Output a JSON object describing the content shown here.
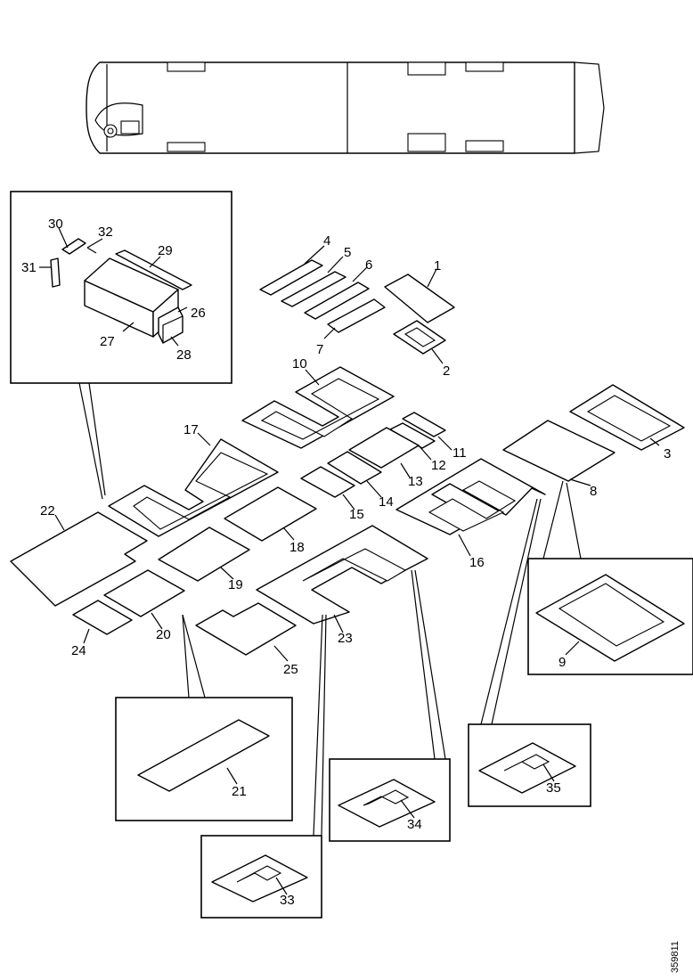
{
  "diagram": {
    "reference_number": "359811",
    "part_labels": [
      "1",
      "2",
      "3",
      "4",
      "5",
      "6",
      "7",
      "8",
      "9",
      "10",
      "11",
      "12",
      "13",
      "14",
      "15",
      "16",
      "17",
      "18",
      "19",
      "20",
      "21",
      "22",
      "23",
      "24",
      "25",
      "26",
      "27",
      "28",
      "29",
      "30",
      "31",
      "32",
      "33",
      "34",
      "35"
    ]
  }
}
